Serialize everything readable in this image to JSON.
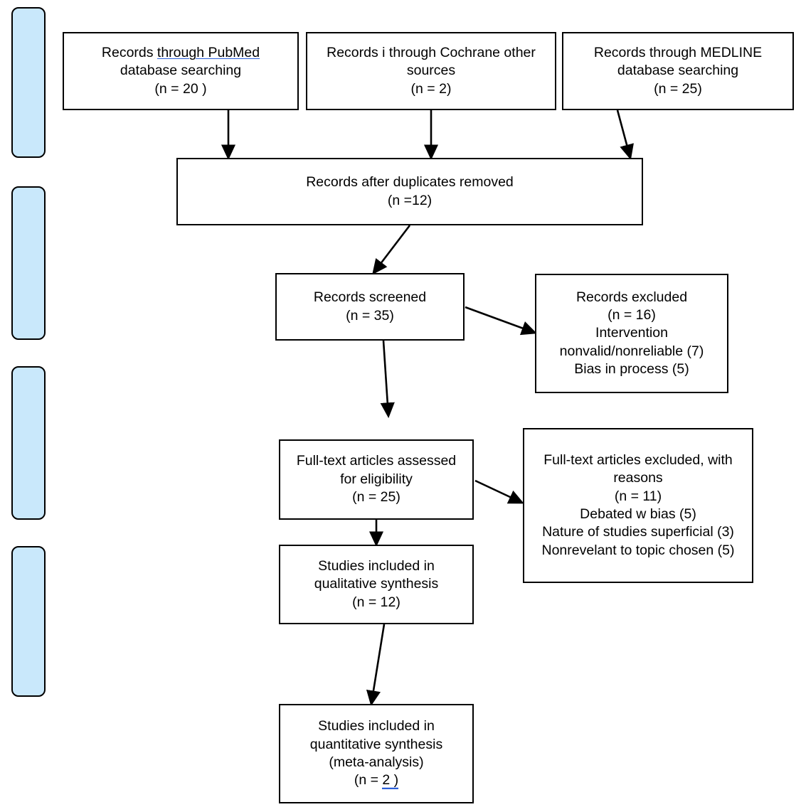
{
  "diagram": {
    "type": "prisma-flow-diagram",
    "background_color": "#ffffff",
    "box_border_color": "#000000",
    "phase_bar_color": "#c9e8fb",
    "spellcheck_underline_color": "#2b5fd9"
  },
  "phase_bars": [
    {
      "label": "",
      "name": "identification"
    },
    {
      "label": "",
      "name": "screening"
    },
    {
      "label": "",
      "name": "eligibility"
    },
    {
      "label": "",
      "name": "included"
    }
  ],
  "boxes": {
    "pubmed": {
      "line1_prefix": "Records ",
      "line1_underlined": "through  PubMed",
      "line2": "database searching",
      "line3": "(n = 20 )"
    },
    "cochrane": {
      "line1": "Records i through Cochrane other sources",
      "line2": "(n = 2)"
    },
    "medline": {
      "line1": "Records through MEDLINE",
      "line2": "database searching",
      "line3": "(n = 25)"
    },
    "duplicates": {
      "line1": "Records after duplicates removed",
      "line2": "(n =12)"
    },
    "screened": {
      "line1": "Records screened",
      "line2": "(n = 35)"
    },
    "records_excluded": {
      "line1": "Records excluded",
      "line2": "(n = 16)",
      "line3": "Intervention",
      "line4": "nonvalid/nonreliable (7)",
      "line5": "Bias in process (5)"
    },
    "fulltext_assessed": {
      "line1": "Full-text articles assessed",
      "line2": "for eligibility",
      "line3": "(n = 25)"
    },
    "fulltext_excluded": {
      "line1": "Full-text articles excluded, with reasons",
      "line2": "(n = 11)",
      "line3": "Debated w bias (5)",
      "line4": "Nature of studies superficial (3)",
      "line5": "Nonrevelant to topic chosen (5)"
    },
    "qualitative": {
      "line1": "Studies included in",
      "line2": "qualitative synthesis",
      "line3": "(n = 12)"
    },
    "quantitative": {
      "line1": "Studies included in",
      "line2": "quantitative synthesis",
      "line3": "(meta-analysis)",
      "line4_prefix": "(n = ",
      "line4_underlined": "2 )"
    }
  }
}
